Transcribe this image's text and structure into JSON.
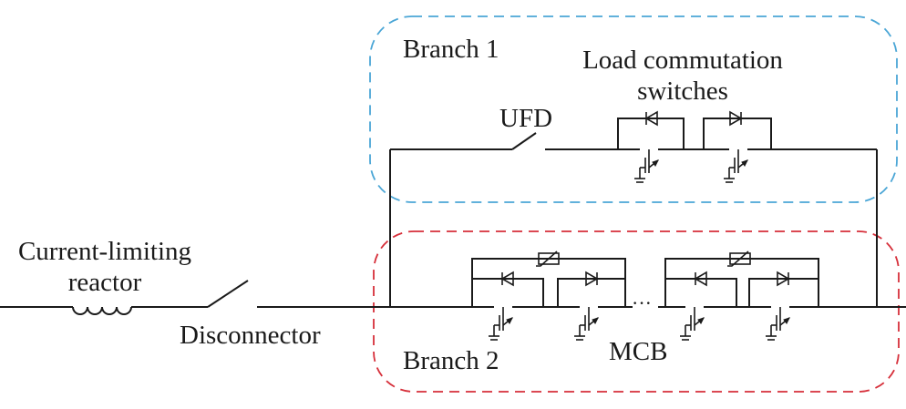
{
  "branch1": {
    "label": "Branch 1",
    "border_color": "#4ba6d6"
  },
  "branch2": {
    "label": "Branch 2",
    "border_color": "#d62f3a"
  },
  "lcs": {
    "label_line1": "Load commutation",
    "label_line2": "switches"
  },
  "ufd": {
    "label": "UFD"
  },
  "reactor": {
    "label_line1": "Current-limiting",
    "label_line2": "reactor"
  },
  "disconnector": {
    "label": "Disconnector"
  },
  "mcb": {
    "label": "MCB",
    "ellipsis": "···"
  },
  "colors": {
    "wire": "#1a1a1a"
  }
}
